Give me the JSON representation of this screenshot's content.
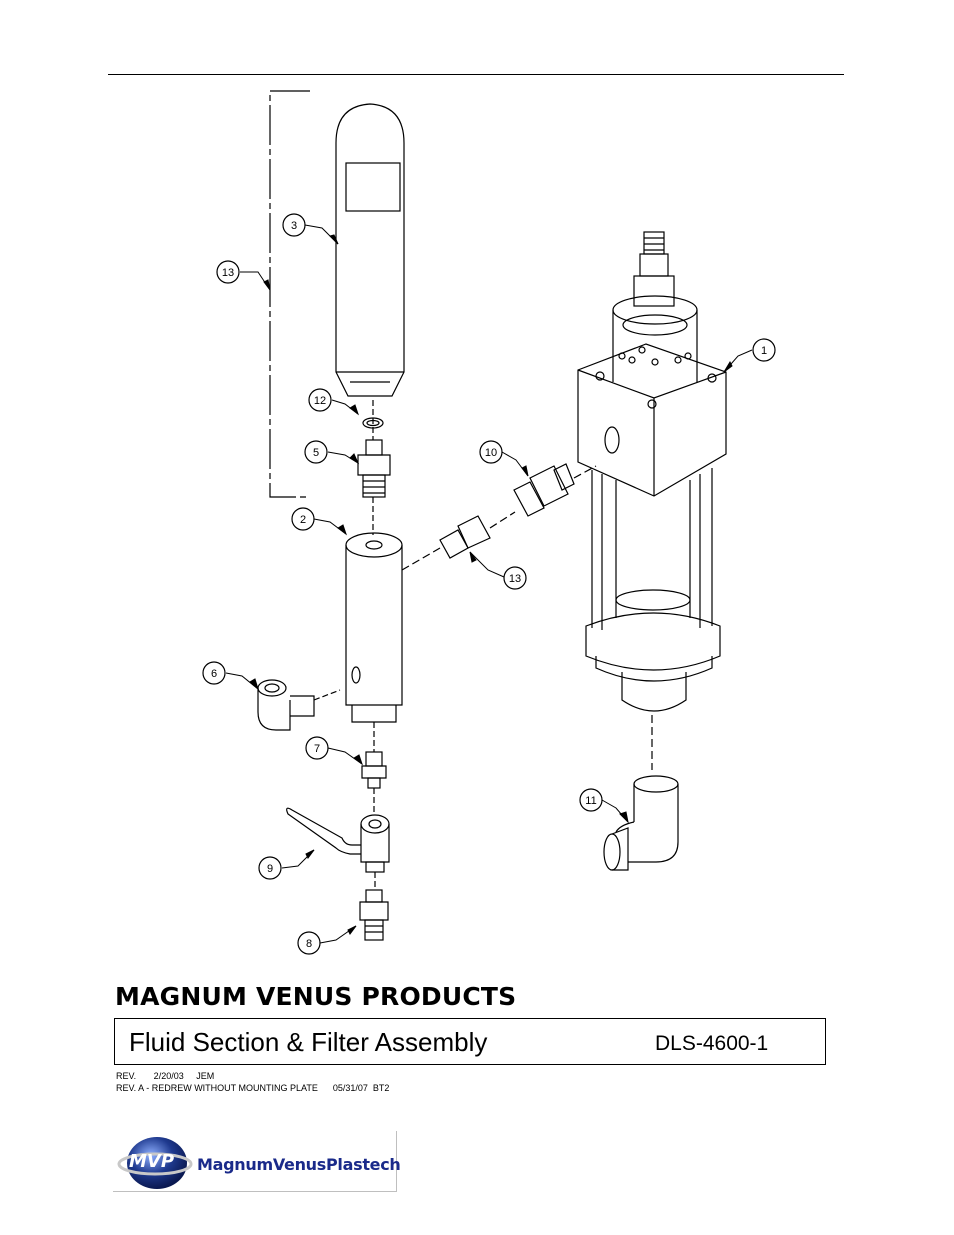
{
  "callouts": [
    {
      "id": "c1",
      "label": "1"
    },
    {
      "id": "c2",
      "label": "2"
    },
    {
      "id": "c3",
      "label": "3"
    },
    {
      "id": "c5",
      "label": "5"
    },
    {
      "id": "c6",
      "label": "6"
    },
    {
      "id": "c7",
      "label": "7"
    },
    {
      "id": "c8",
      "label": "8"
    },
    {
      "id": "c9",
      "label": "9"
    },
    {
      "id": "c10",
      "label": "10"
    },
    {
      "id": "c11",
      "label": "11"
    },
    {
      "id": "c12",
      "label": "12"
    },
    {
      "id": "c13a",
      "label": "13"
    },
    {
      "id": "c13b",
      "label": "13"
    }
  ],
  "title_block": {
    "company": "MAGNUM VENUS PRODUCTS",
    "title": "Fluid Section & Filter Assembly",
    "drawing_number": "DLS-4600-1",
    "rev_line_1": "REV.       2/20/03     JEM",
    "rev_line_2": "REV. A - REDREW WITHOUT MOUNTING PLATE      05/31/07  BT2"
  },
  "logo": {
    "badge_text": "MVP",
    "wordmark": "MagnumVenusPlastech",
    "badge_color": "#1f3a8f",
    "wordmark_color": "#1a2a8a"
  }
}
